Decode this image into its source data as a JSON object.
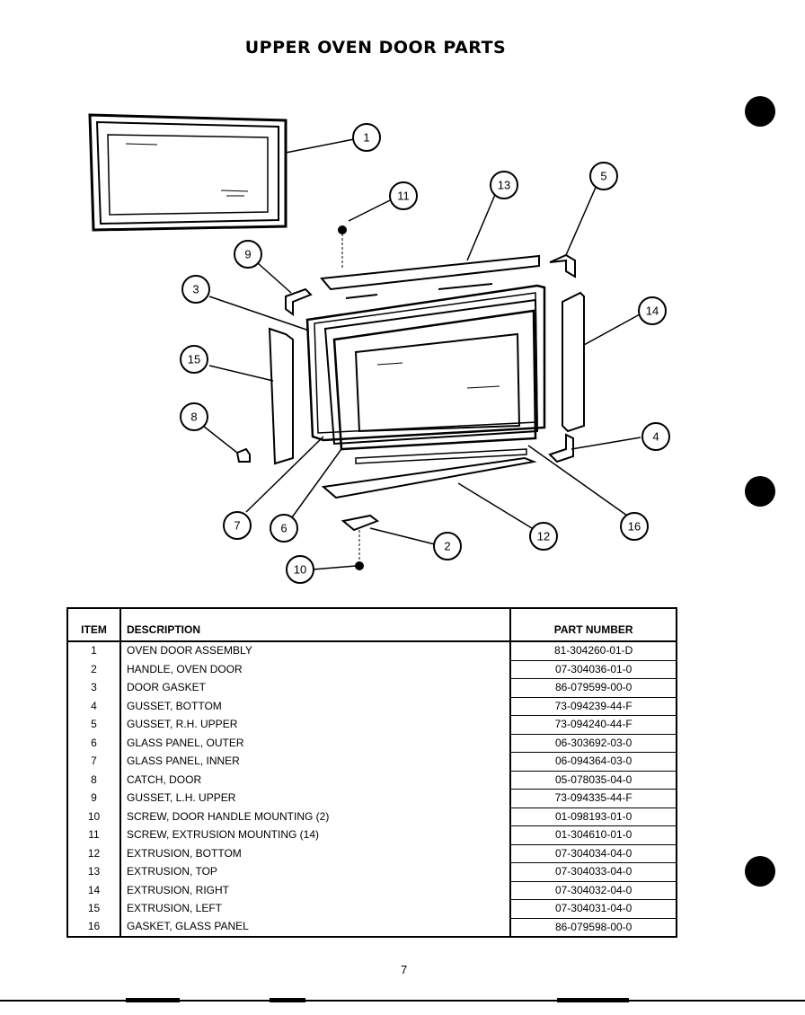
{
  "title": "UPPER OVEN DOOR PARTS",
  "callouts": [
    "1",
    "2",
    "3",
    "4",
    "5",
    "6",
    "7",
    "8",
    "9",
    "10",
    "11",
    "12",
    "13",
    "14",
    "15",
    "16"
  ],
  "table": {
    "headers": {
      "item": "ITEM",
      "description": "DESCRIPTION",
      "part_number": "PART NUMBER"
    },
    "rows": [
      {
        "item": "1",
        "description": "OVEN DOOR ASSEMBLY",
        "part_number": "81-304260-01-D"
      },
      {
        "item": "2",
        "description": "HANDLE, OVEN DOOR",
        "part_number": "07-304036-01-0"
      },
      {
        "item": "3",
        "description": "DOOR GASKET",
        "part_number": "86-079599-00-0"
      },
      {
        "item": "4",
        "description": "GUSSET, BOTTOM",
        "part_number": "73-094239-44-F"
      },
      {
        "item": "5",
        "description": "GUSSET, R.H. UPPER",
        "part_number": "73-094240-44-F"
      },
      {
        "item": "6",
        "description": "GLASS PANEL, OUTER",
        "part_number": "06-303692-03-0"
      },
      {
        "item": "7",
        "description": "GLASS PANEL, INNER",
        "part_number": "06-094364-03-0"
      },
      {
        "item": "8",
        "description": "CATCH, DOOR",
        "part_number": "05-078035-04-0"
      },
      {
        "item": "9",
        "description": "GUSSET, L.H. UPPER",
        "part_number": "73-094335-44-F"
      },
      {
        "item": "10",
        "description": "SCREW, DOOR HANDLE MOUNTING (2)",
        "part_number": "01-098193-01-0"
      },
      {
        "item": "11",
        "description": "SCREW, EXTRUSION MOUNTING (14)",
        "part_number": "01-304610-01-0"
      },
      {
        "item": "12",
        "description": "EXTRUSION, BOTTOM",
        "part_number": "07-304034-04-0"
      },
      {
        "item": "13",
        "description": "EXTRUSION, TOP",
        "part_number": "07-304033-04-0"
      },
      {
        "item": "14",
        "description": "EXTRUSION, RIGHT",
        "part_number": "07-304032-04-0"
      },
      {
        "item": "15",
        "description": "EXTRUSION, LEFT",
        "part_number": "07-304031-04-0"
      },
      {
        "item": "16",
        "description": "GASKET, GLASS PANEL",
        "part_number": "86-079598-00-0"
      }
    ]
  },
  "page_number": "7"
}
